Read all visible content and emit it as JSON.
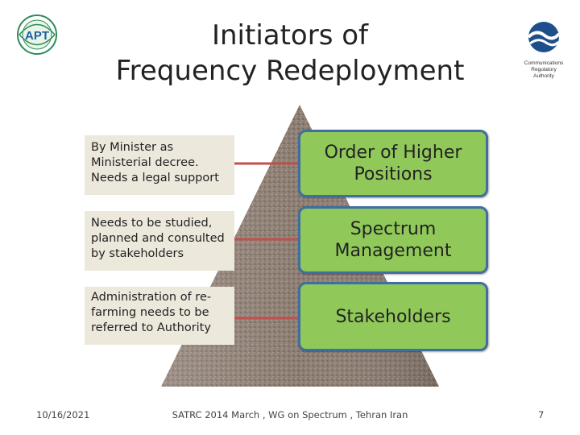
{
  "title": {
    "line1": "Initiators of",
    "line2": "Frequency Redeployment"
  },
  "logos": {
    "left_text": "APT",
    "right_caption": [
      "Communications",
      "Regulatory",
      "Authority"
    ]
  },
  "levels": [
    {
      "label": "Order of Higher Positions",
      "description": "By Minister as Ministerial decree. Needs a legal support"
    },
    {
      "label": "Spectrum Management",
      "description": "Needs to be studied, planned and consulted by stakeholders"
    },
    {
      "label": "Stakeholders",
      "description": "Administration of re-farming needs to be referred to Authority"
    }
  ],
  "footer": {
    "date": "10/16/2021",
    "center": "SATRC 2014 March , WG on Spectrum , Tehran Iran",
    "page": "7"
  },
  "colors": {
    "box_fill": "#90c95a",
    "box_border": "#3f6fa0",
    "connector": "#c0504d",
    "desc_bg": "#ece8dc",
    "pyramid": "#8a7a70"
  }
}
